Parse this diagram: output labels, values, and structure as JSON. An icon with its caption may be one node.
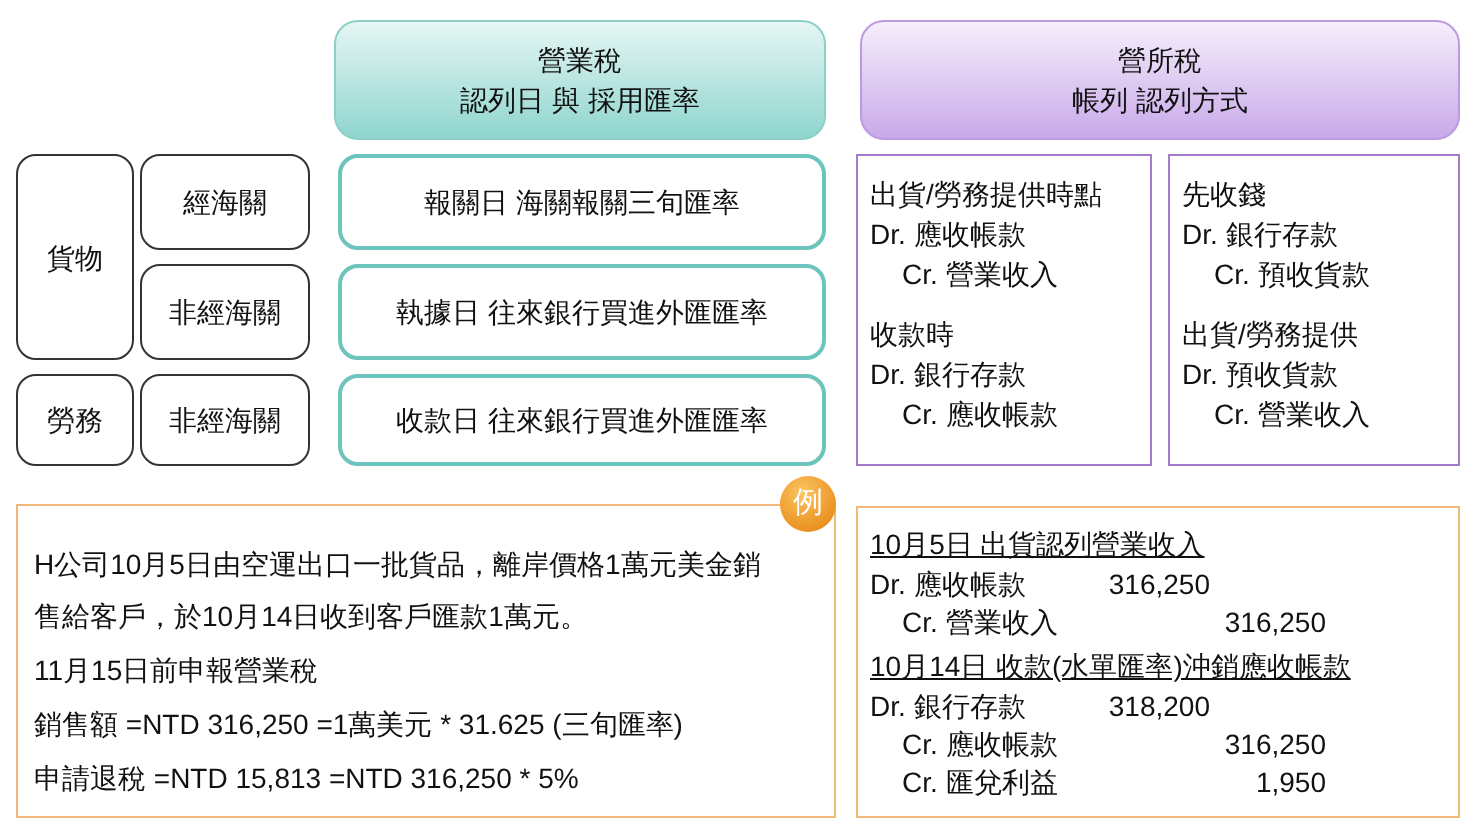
{
  "diagram": {
    "nodes": [
      {
        "text": [
          "營業稅",
          "認列日 與 採用匯率"
        ]
      },
      {
        "text": [
          "營所稅",
          "帳列 認列方式"
        ]
      },
      {
        "text": [
          "貨物"
        ]
      },
      {
        "text": [
          "經海關"
        ]
      },
      {
        "text": [
          "報關日 海關報關三旬匯率"
        ]
      },
      {
        "text": [
          "出貨/勞務提供時點",
          "Dr. 應收帳款",
          "Cr. 營業收入",
          "收款時",
          "Dr. 銀行存款",
          "Cr. 應收帳款"
        ]
      },
      {
        "text": [
          "先收錢",
          "Dr. 銀行存款",
          "Cr. 預收貨款",
          "出貨/勞務提供",
          "Dr. 預收貨款",
          "Cr. 營業收入"
        ]
      },
      {
        "text": [
          "非經海關"
        ]
      },
      {
        "text": [
          "執據日 往來銀行買進外匯匯率"
        ]
      },
      {
        "text": [
          "勞務"
        ]
      },
      {
        "text": [
          "非經海關"
        ]
      },
      {
        "text": [
          "收款日 往來銀行買進外匯匯率"
        ]
      },
      {
        "text": [
          "例"
        ]
      },
      {
        "text": [
          "H公司10月5日由空運出口一批貨品，離岸價格1萬元美金銷",
          "售給客戶，於10月14日收到客戶匯款1萬元。",
          "11月15日前申報營業稅",
          "銷售額 =NTD 316,250 =1萬美元 * 31.625 (三旬匯率)",
          "申請退稅 =NTD 15,813 =NTD 316,250 * 5%"
        ]
      },
      {
        "text": [
          "10月5日 出貨認列營業收入",
          "Dr. 應收帳款",
          "316,250",
          "Cr. 營業收入",
          "316,250",
          "10月14日 收款(水單匯率)沖銷應收帳款",
          "Dr. 銀行存款",
          "318,200",
          "Cr. 應收帳款",
          "316,250",
          "Cr. 匯兌利益",
          "1,950"
        ]
      }
    ]
  }
}
